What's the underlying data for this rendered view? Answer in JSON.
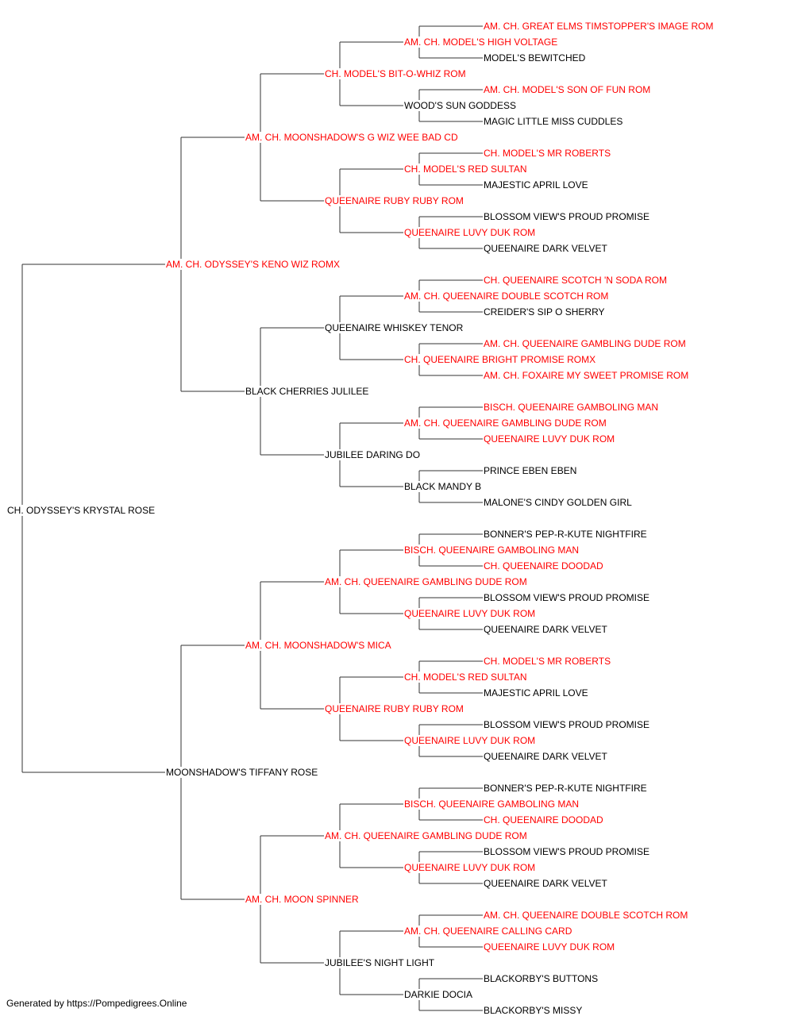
{
  "colors": {
    "champion": "#ff0000",
    "normal": "#000000",
    "lines": "#333333"
  },
  "subject": {
    "name": "CH. ODYSSEY'S KRYSTAL ROSE",
    "champion": false
  },
  "generation1": [
    {
      "name": "AM. CH. ODYSSEY'S KENO WIZ ROMX",
      "champion": true
    },
    {
      "name": "MOONSHADOW'S TIFFANY ROSE",
      "champion": false
    }
  ],
  "generation2": [
    {
      "name": "AM. CH. MOONSHADOW'S G WIZ WEE BAD CD",
      "champion": true
    },
    {
      "name": "BLACK CHERRIES JULILEE",
      "champion": false
    },
    {
      "name": "AM. CH. MOONSHADOW'S MICA",
      "champion": true
    },
    {
      "name": "AM. CH. MOON SPINNER",
      "champion": true
    }
  ],
  "generation3": [
    {
      "name": "CH. MODEL'S BIT-O-WHIZ ROM",
      "champion": true
    },
    {
      "name": "QUEENAIRE RUBY RUBY ROM",
      "champion": true
    },
    {
      "name": "QUEENAIRE WHISKEY TENOR",
      "champion": false
    },
    {
      "name": "JUBILEE DARING DO",
      "champion": false
    },
    {
      "name": "AM. CH. QUEENAIRE GAMBLING DUDE ROM",
      "champion": true
    },
    {
      "name": "QUEENAIRE RUBY RUBY ROM",
      "champion": true
    },
    {
      "name": "AM. CH. QUEENAIRE GAMBLING DUDE ROM",
      "champion": true
    },
    {
      "name": "JUBILEE'S NIGHT LIGHT",
      "champion": false
    }
  ],
  "generation4": [
    {
      "name": "AM. CH. MODEL'S HIGH VOLTAGE",
      "champion": true
    },
    {
      "name": "WOOD'S SUN GODDESS",
      "champion": false
    },
    {
      "name": "CH. MODEL'S RED SULTAN",
      "champion": true
    },
    {
      "name": "QUEENAIRE LUVY DUK ROM",
      "champion": true
    },
    {
      "name": "AM. CH. QUEENAIRE DOUBLE SCOTCH ROM",
      "champion": true
    },
    {
      "name": "CH. QUEENAIRE BRIGHT PROMISE ROMX",
      "champion": true
    },
    {
      "name": "AM. CH. QUEENAIRE GAMBLING DUDE ROM",
      "champion": true
    },
    {
      "name": "BLACK MANDY B",
      "champion": false
    },
    {
      "name": "BISCH. QUEENAIRE GAMBOLING MAN",
      "champion": true
    },
    {
      "name": "QUEENAIRE LUVY DUK ROM",
      "champion": true
    },
    {
      "name": "CH. MODEL'S RED SULTAN",
      "champion": true
    },
    {
      "name": "QUEENAIRE LUVY DUK ROM",
      "champion": true
    },
    {
      "name": "BISCH. QUEENAIRE GAMBOLING MAN",
      "champion": true
    },
    {
      "name": "QUEENAIRE LUVY DUK ROM",
      "champion": true
    },
    {
      "name": "AM. CH. QUEENAIRE CALLING CARD",
      "champion": true
    },
    {
      "name": "DARKIE DOCIA",
      "champion": false
    }
  ],
  "generation5": [
    {
      "name": "AM. CH. GREAT ELMS TIMSTOPPER'S IMAGE ROM",
      "champion": true
    },
    {
      "name": "MODEL'S BEWITCHED",
      "champion": false
    },
    {
      "name": "AM. CH. MODEL'S SON OF FUN ROM",
      "champion": true
    },
    {
      "name": "MAGIC LITTLE MISS CUDDLES",
      "champion": false
    },
    {
      "name": "CH. MODEL'S MR ROBERTS",
      "champion": true
    },
    {
      "name": "MAJESTIC APRIL LOVE",
      "champion": false
    },
    {
      "name": "BLOSSOM VIEW'S PROUD PROMISE",
      "champion": false
    },
    {
      "name": "QUEENAIRE DARK VELVET",
      "champion": false
    },
    {
      "name": "CH. QUEENAIRE SCOTCH 'N SODA ROM",
      "champion": true
    },
    {
      "name": "CREIDER'S SIP O SHERRY",
      "champion": false
    },
    {
      "name": "AM. CH. QUEENAIRE GAMBLING DUDE ROM",
      "champion": true
    },
    {
      "name": "AM. CH. FOXAIRE MY SWEET PROMISE ROM",
      "champion": true
    },
    {
      "name": "BISCH. QUEENAIRE GAMBOLING MAN",
      "champion": true
    },
    {
      "name": "QUEENAIRE LUVY DUK ROM",
      "champion": true
    },
    {
      "name": "PRINCE EBEN EBEN",
      "champion": false
    },
    {
      "name": "MALONE'S CINDY GOLDEN GIRL",
      "champion": false
    },
    {
      "name": "BONNER'S PEP-R-KUTE NIGHTFIRE",
      "champion": false
    },
    {
      "name": "CH. QUEENAIRE DOODAD",
      "champion": true
    },
    {
      "name": "BLOSSOM VIEW'S PROUD PROMISE",
      "champion": false
    },
    {
      "name": "QUEENAIRE DARK VELVET",
      "champion": false
    },
    {
      "name": "CH. MODEL'S MR ROBERTS",
      "champion": true
    },
    {
      "name": "MAJESTIC APRIL LOVE",
      "champion": false
    },
    {
      "name": "BLOSSOM VIEW'S PROUD PROMISE",
      "champion": false
    },
    {
      "name": "QUEENAIRE DARK VELVET",
      "champion": false
    },
    {
      "name": "BONNER'S PEP-R-KUTE NIGHTFIRE",
      "champion": false
    },
    {
      "name": "CH. QUEENAIRE DOODAD",
      "champion": true
    },
    {
      "name": "BLOSSOM VIEW'S PROUD PROMISE",
      "champion": false
    },
    {
      "name": "QUEENAIRE DARK VELVET",
      "champion": false
    },
    {
      "name": "AM. CH. QUEENAIRE DOUBLE SCOTCH ROM",
      "champion": true
    },
    {
      "name": "QUEENAIRE LUVY DUK ROM",
      "champion": true
    },
    {
      "name": "BLACKORBY'S BUTTONS",
      "champion": false
    },
    {
      "name": "BLACKORBY'S MISSY",
      "champion": false
    }
  ],
  "footer": {
    "text": "Generated by https://Pompedigrees.Online"
  }
}
